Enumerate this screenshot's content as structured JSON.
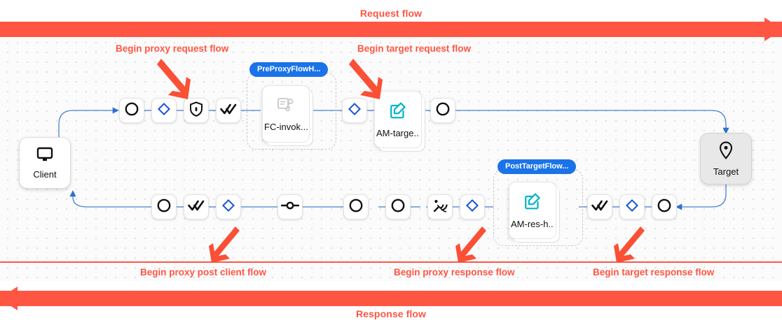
{
  "flows": {
    "request_label": "Request flow",
    "response_label": "Response flow",
    "bar_color": "#ff5543"
  },
  "annotations": [
    {
      "name": "begin-proxy-request-flow",
      "text": "Begin proxy request flow"
    },
    {
      "name": "begin-target-request-flow",
      "text": "Begin target request flow"
    },
    {
      "name": "begin-proxy-post-client-flow",
      "text": "Begin proxy post client flow"
    },
    {
      "name": "begin-proxy-response-flow",
      "text": "Begin proxy response flow"
    },
    {
      "name": "begin-target-response-flow",
      "text": "Begin target response flow"
    }
  ],
  "endpoints": {
    "client": {
      "label": "Client",
      "icon": "monitor-icon"
    },
    "target": {
      "label": "Target",
      "icon": "location-pin-icon"
    }
  },
  "groups": [
    {
      "name": "pre-proxy-flow-hook-group",
      "chip": "PreProxyFlowH..."
    },
    {
      "name": "post-target-flow-hook-group",
      "chip": "PostTargetFlow..."
    }
  ],
  "policies": [
    {
      "name": "fc-invoke-policy",
      "label": "FC-invok...",
      "icon": "script-key-icon"
    },
    {
      "name": "am-target-policy",
      "label": "AM-targe...",
      "icon": "edit-square-icon",
      "accent": "#00b3c8"
    },
    {
      "name": "am-res-header-policy",
      "label": "AM-res-h...",
      "icon": "edit-square-icon",
      "accent": "#00b3c8"
    }
  ],
  "request_row_nodes": [
    {
      "name": "proxy-request-start-node",
      "icon": "circle-icon"
    },
    {
      "name": "proxy-request-flow-node",
      "icon": "diamond-icon"
    },
    {
      "name": "security-policy-node",
      "icon": "shield-lock-icon"
    },
    {
      "name": "verify-node",
      "icon": "double-check-icon"
    },
    {
      "name": "target-request-flow-node",
      "icon": "diamond-icon"
    },
    {
      "name": "target-request-end-node",
      "icon": "circle-icon"
    }
  ],
  "response_row_nodes": [
    {
      "name": "proxy-post-client-end-node",
      "icon": "circle-icon"
    },
    {
      "name": "post-client-verify-node",
      "icon": "double-check-icon"
    },
    {
      "name": "proxy-post-client-flow-node",
      "icon": "diamond-icon"
    },
    {
      "name": "route-rule-node",
      "icon": "endpoint-route-icon"
    },
    {
      "name": "proxy-response-circle-node",
      "icon": "circle-icon"
    },
    {
      "name": "proxy-response-circle-node-2",
      "icon": "circle-icon"
    },
    {
      "name": "broadcast-node",
      "icon": "satellite-dish-icon"
    },
    {
      "name": "proxy-response-flow-node",
      "icon": "diamond-icon"
    },
    {
      "name": "target-response-verify-node",
      "icon": "double-check-icon"
    },
    {
      "name": "target-response-flow-node",
      "icon": "diamond-icon"
    },
    {
      "name": "target-response-end-node",
      "icon": "circle-icon"
    }
  ],
  "colors": {
    "wire": "#4a7fd4",
    "diamond": "#1a56d6",
    "chip": "#1a73e8",
    "canvas": "#fbfbfb"
  }
}
